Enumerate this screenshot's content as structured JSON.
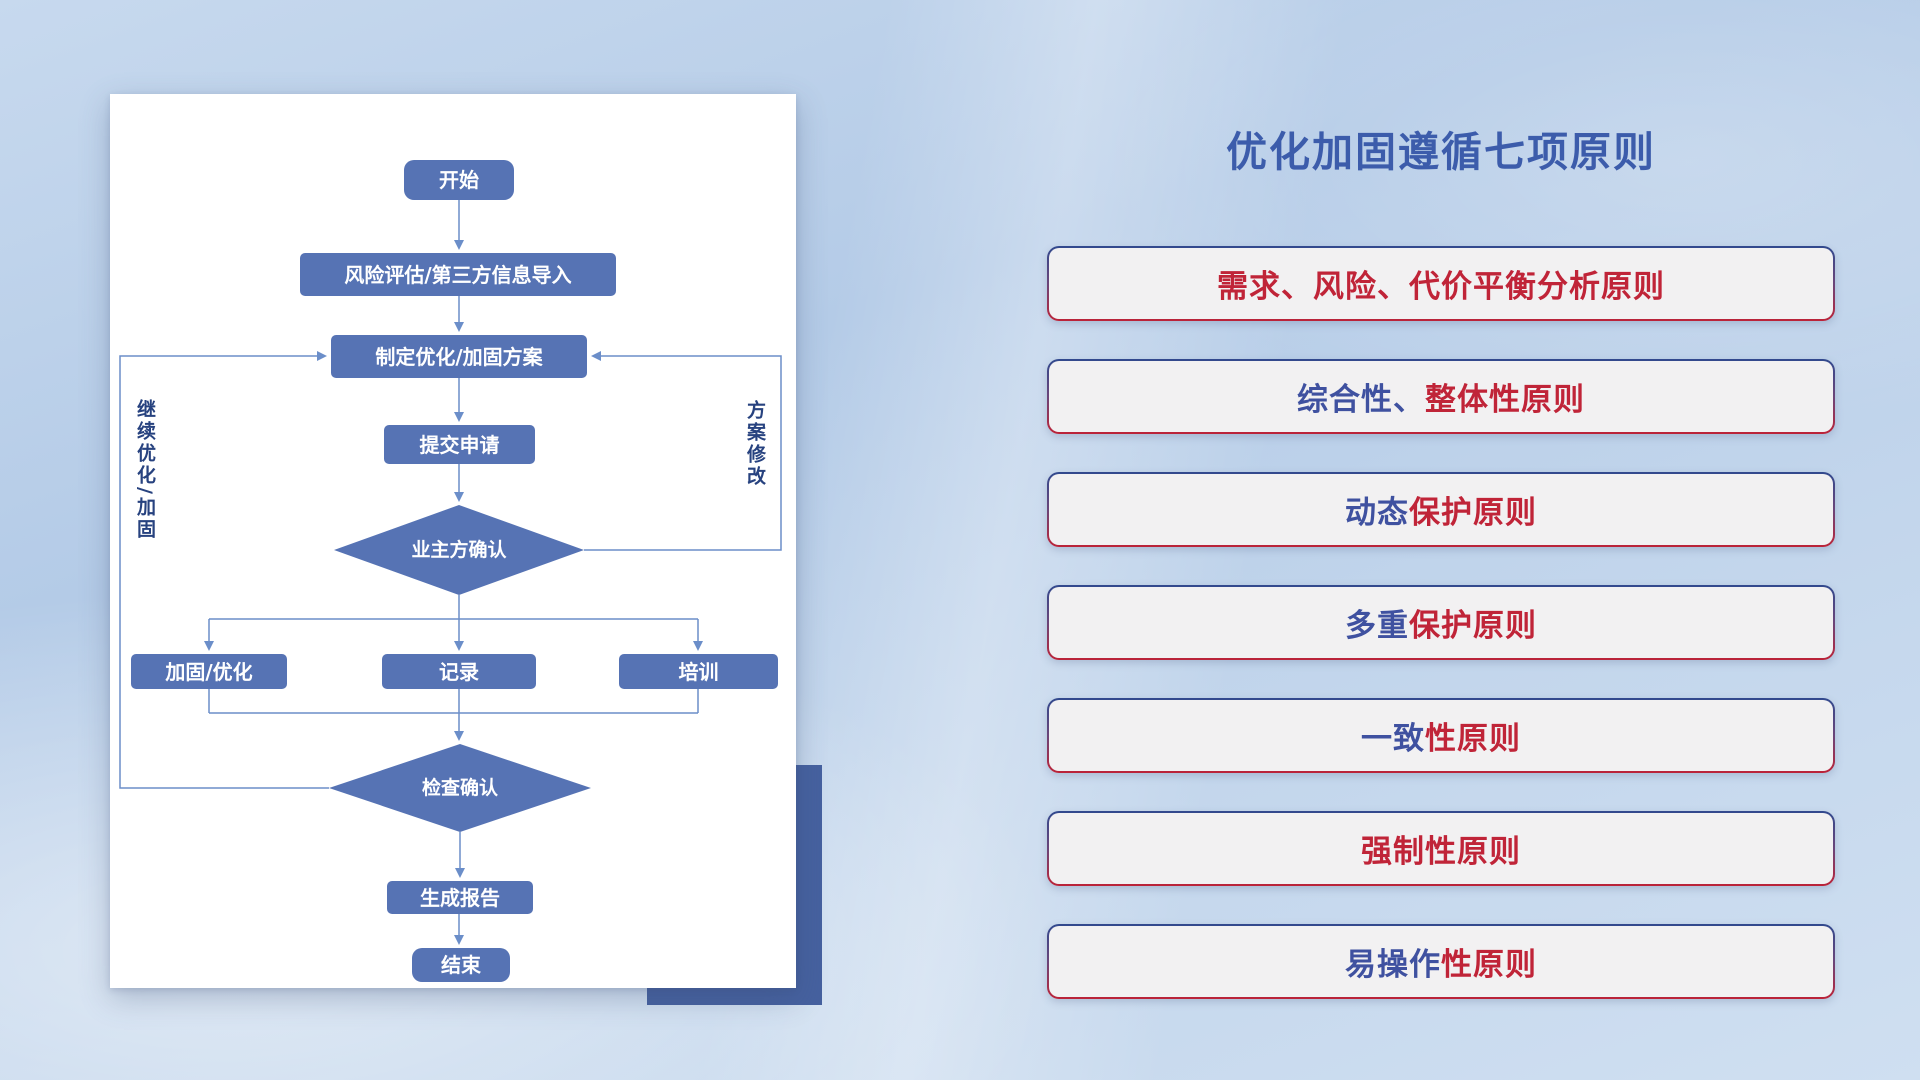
{
  "flowchart": {
    "nodes": {
      "start": "开始",
      "risk_import": "风险评估/第三方信息导入",
      "make_plan": "制定优化/加固方案",
      "submit": "提交申请",
      "owner_confirm": "业主方确认",
      "reinforce": "加固/优化",
      "record": "记录",
      "training": "培训",
      "check_confirm": "检查确认",
      "report": "生成报告",
      "end": "结束"
    },
    "loop_labels": {
      "continue_loop": "继续优化/加固",
      "plan_revision": "方案修改"
    },
    "edges": [
      {
        "from": "start",
        "to": "risk_import"
      },
      {
        "from": "risk_import",
        "to": "make_plan"
      },
      {
        "from": "make_plan",
        "to": "submit"
      },
      {
        "from": "submit",
        "to": "owner_confirm"
      },
      {
        "from": "owner_confirm",
        "to": "reinforce"
      },
      {
        "from": "owner_confirm",
        "to": "record"
      },
      {
        "from": "owner_confirm",
        "to": "training"
      },
      {
        "from": "owner_confirm",
        "to": "make_plan",
        "label": "方案修改"
      },
      {
        "from": "reinforce",
        "to": "check_confirm"
      },
      {
        "from": "record",
        "to": "check_confirm"
      },
      {
        "from": "training",
        "to": "check_confirm"
      },
      {
        "from": "check_confirm",
        "to": "make_plan",
        "label": "继续优化/加固"
      },
      {
        "from": "check_confirm",
        "to": "report"
      },
      {
        "from": "report",
        "to": "end"
      }
    ],
    "colors": {
      "node_fill": "#5673b4",
      "node_text": "#ffffff",
      "line": "#6b8ec9",
      "loop_label_text": "#27427f"
    }
  },
  "panel": {
    "title": "优化加固遵循七项原则",
    "title_color": "#3c5cab",
    "items": [
      {
        "head": "",
        "tail": "需求、风险、代价平衡分析原则"
      },
      {
        "head": "综合性、",
        "tail": "整体性原则"
      },
      {
        "head": "动态",
        "tail": "保护原则"
      },
      {
        "head": "多重",
        "tail": "保护原则"
      },
      {
        "head": "一致",
        "tail": "性原则"
      },
      {
        "head": "",
        "tail": "强制性原则"
      },
      {
        "head": "易操作",
        "tail": "性原则"
      }
    ],
    "colors": {
      "head_text": "#3f51a0",
      "tail_text": "#c02438",
      "box_fill": "#f2f1f2",
      "border_top": "#31498e",
      "border_bottom": "#bc2338"
    }
  }
}
